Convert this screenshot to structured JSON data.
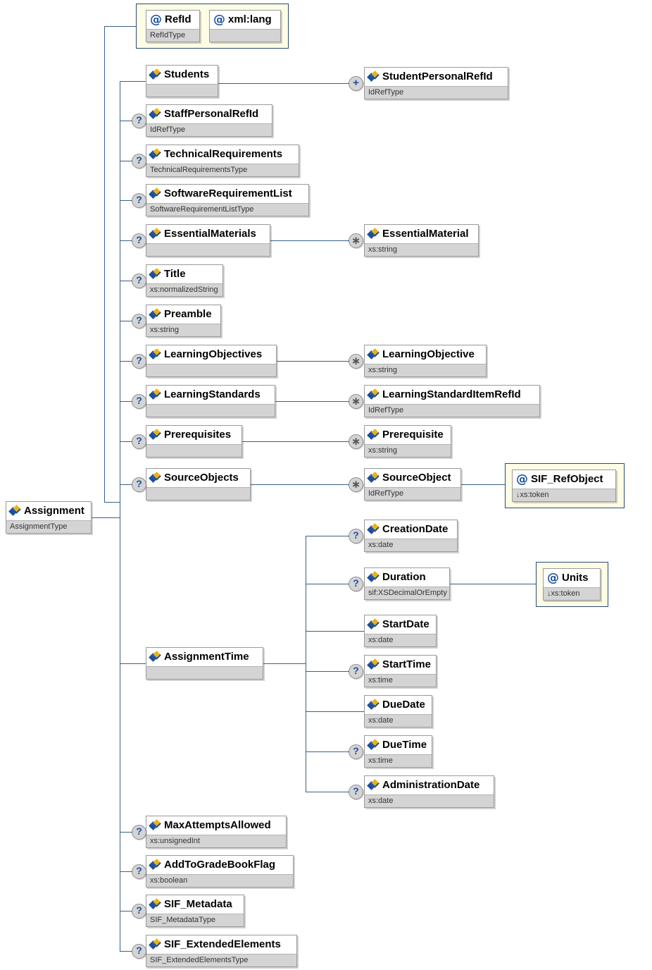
{
  "diagram": {
    "title": "Assignment XSD schema diagram",
    "root": {
      "name": "Assignment",
      "type": "AssignmentType",
      "icon": "element-icon"
    },
    "attribute_group": [
      {
        "name": "RefId",
        "type": "RefIdType",
        "icon": "attribute-icon"
      },
      {
        "name": "xml:lang",
        "type": "",
        "icon": "attribute-icon"
      }
    ],
    "children": [
      {
        "name": "Students",
        "type": "",
        "marker": "",
        "icon": "element-icon"
      },
      {
        "name": "StaffPersonalRefId",
        "type": "IdRefType",
        "marker": "?",
        "icon": "element-icon"
      },
      {
        "name": "TechnicalRequirements",
        "type": "TechnicalRequirementsType",
        "marker": "?",
        "icon": "element-icon"
      },
      {
        "name": "SoftwareRequirementList",
        "type": "SoftwareRequirementListType",
        "marker": "?",
        "icon": "element-icon"
      },
      {
        "name": "EssentialMaterials",
        "type": "",
        "marker": "?",
        "icon": "element-icon"
      },
      {
        "name": "Title",
        "type": "xs:normalizedString",
        "marker": "?",
        "icon": "element-icon"
      },
      {
        "name": "Preamble",
        "type": "xs:string",
        "marker": "?",
        "icon": "element-icon"
      },
      {
        "name": "LearningObjectives",
        "type": "",
        "marker": "?",
        "icon": "element-icon"
      },
      {
        "name": "LearningStandards",
        "type": "",
        "marker": "?",
        "icon": "element-icon"
      },
      {
        "name": "Prerequisites",
        "type": "",
        "marker": "?",
        "icon": "element-icon"
      },
      {
        "name": "SourceObjects",
        "type": "",
        "marker": "?",
        "icon": "element-icon"
      },
      {
        "name": "AssignmentTime",
        "type": "",
        "marker": "",
        "icon": "element-icon"
      },
      {
        "name": "MaxAttemptsAllowed",
        "type": "xs:unsignedInt",
        "marker": "?",
        "icon": "element-icon"
      },
      {
        "name": "AddToGradeBookFlag",
        "type": "xs:boolean",
        "marker": "?",
        "icon": "element-icon"
      },
      {
        "name": "SIF_Metadata",
        "type": "SIF_MetadataType",
        "marker": "?",
        "icon": "element-icon"
      },
      {
        "name": "SIF_ExtendedElements",
        "type": "SIF_ExtendedElementsType",
        "marker": "?",
        "icon": "element-icon"
      }
    ],
    "grandchildren": [
      {
        "name": "StudentPersonalRefId",
        "type": "IdRefType",
        "marker": "+",
        "icon": "element-icon",
        "parent": "Students"
      },
      {
        "name": "EssentialMaterial",
        "type": "xs:string",
        "marker": "*",
        "icon": "element-icon",
        "parent": "EssentialMaterials"
      },
      {
        "name": "LearningObjective",
        "type": "xs:string",
        "marker": "*",
        "icon": "element-icon",
        "parent": "LearningObjectives"
      },
      {
        "name": "LearningStandardItemRefId",
        "type": "IdRefType",
        "marker": "*",
        "icon": "element-icon",
        "parent": "LearningStandards"
      },
      {
        "name": "Prerequisite",
        "type": "xs:string",
        "marker": "*",
        "icon": "element-icon",
        "parent": "Prerequisites"
      },
      {
        "name": "SourceObject",
        "type": "IdRefType",
        "marker": "*",
        "icon": "element-icon",
        "parent": "SourceObjects"
      },
      {
        "name": "CreationDate",
        "type": "xs:date",
        "marker": "?",
        "icon": "element-icon",
        "parent": "AssignmentTime"
      },
      {
        "name": "Duration",
        "type": "sif:XSDecimalOrEmpty",
        "marker": "?",
        "icon": "element-icon",
        "parent": "AssignmentTime"
      },
      {
        "name": "StartDate",
        "type": "xs:date",
        "marker": "",
        "icon": "element-icon",
        "parent": "AssignmentTime"
      },
      {
        "name": "StartTime",
        "type": "xs:time",
        "marker": "?",
        "icon": "element-icon",
        "parent": "AssignmentTime"
      },
      {
        "name": "DueDate",
        "type": "xs:date",
        "marker": "",
        "icon": "element-icon",
        "parent": "AssignmentTime"
      },
      {
        "name": "DueTime",
        "type": "xs:time",
        "marker": "?",
        "icon": "element-icon",
        "parent": "AssignmentTime"
      },
      {
        "name": "AdministrationDate",
        "type": "xs:date",
        "marker": "?",
        "icon": "element-icon",
        "parent": "AssignmentTime"
      }
    ],
    "leaf_attributes": [
      {
        "name": "SIF_RefObject",
        "type": "↓xs:token",
        "icon": "attribute-icon",
        "parent": "SourceObject"
      },
      {
        "name": "Units",
        "type": "↓xs:token",
        "icon": "attribute-icon",
        "parent": "Duration"
      }
    ],
    "colors": {
      "line": "#3a6186",
      "box_border": "#9a9a9a",
      "type_row": "#d4d4d4",
      "attr_frame_bg": "#fdfce5",
      "attr_frame_border": "#2c4a77",
      "icon_blue": "#1b4f9c",
      "icon_yellow": "#e8b21c",
      "marker_bg": "#d4d4d4"
    }
  }
}
